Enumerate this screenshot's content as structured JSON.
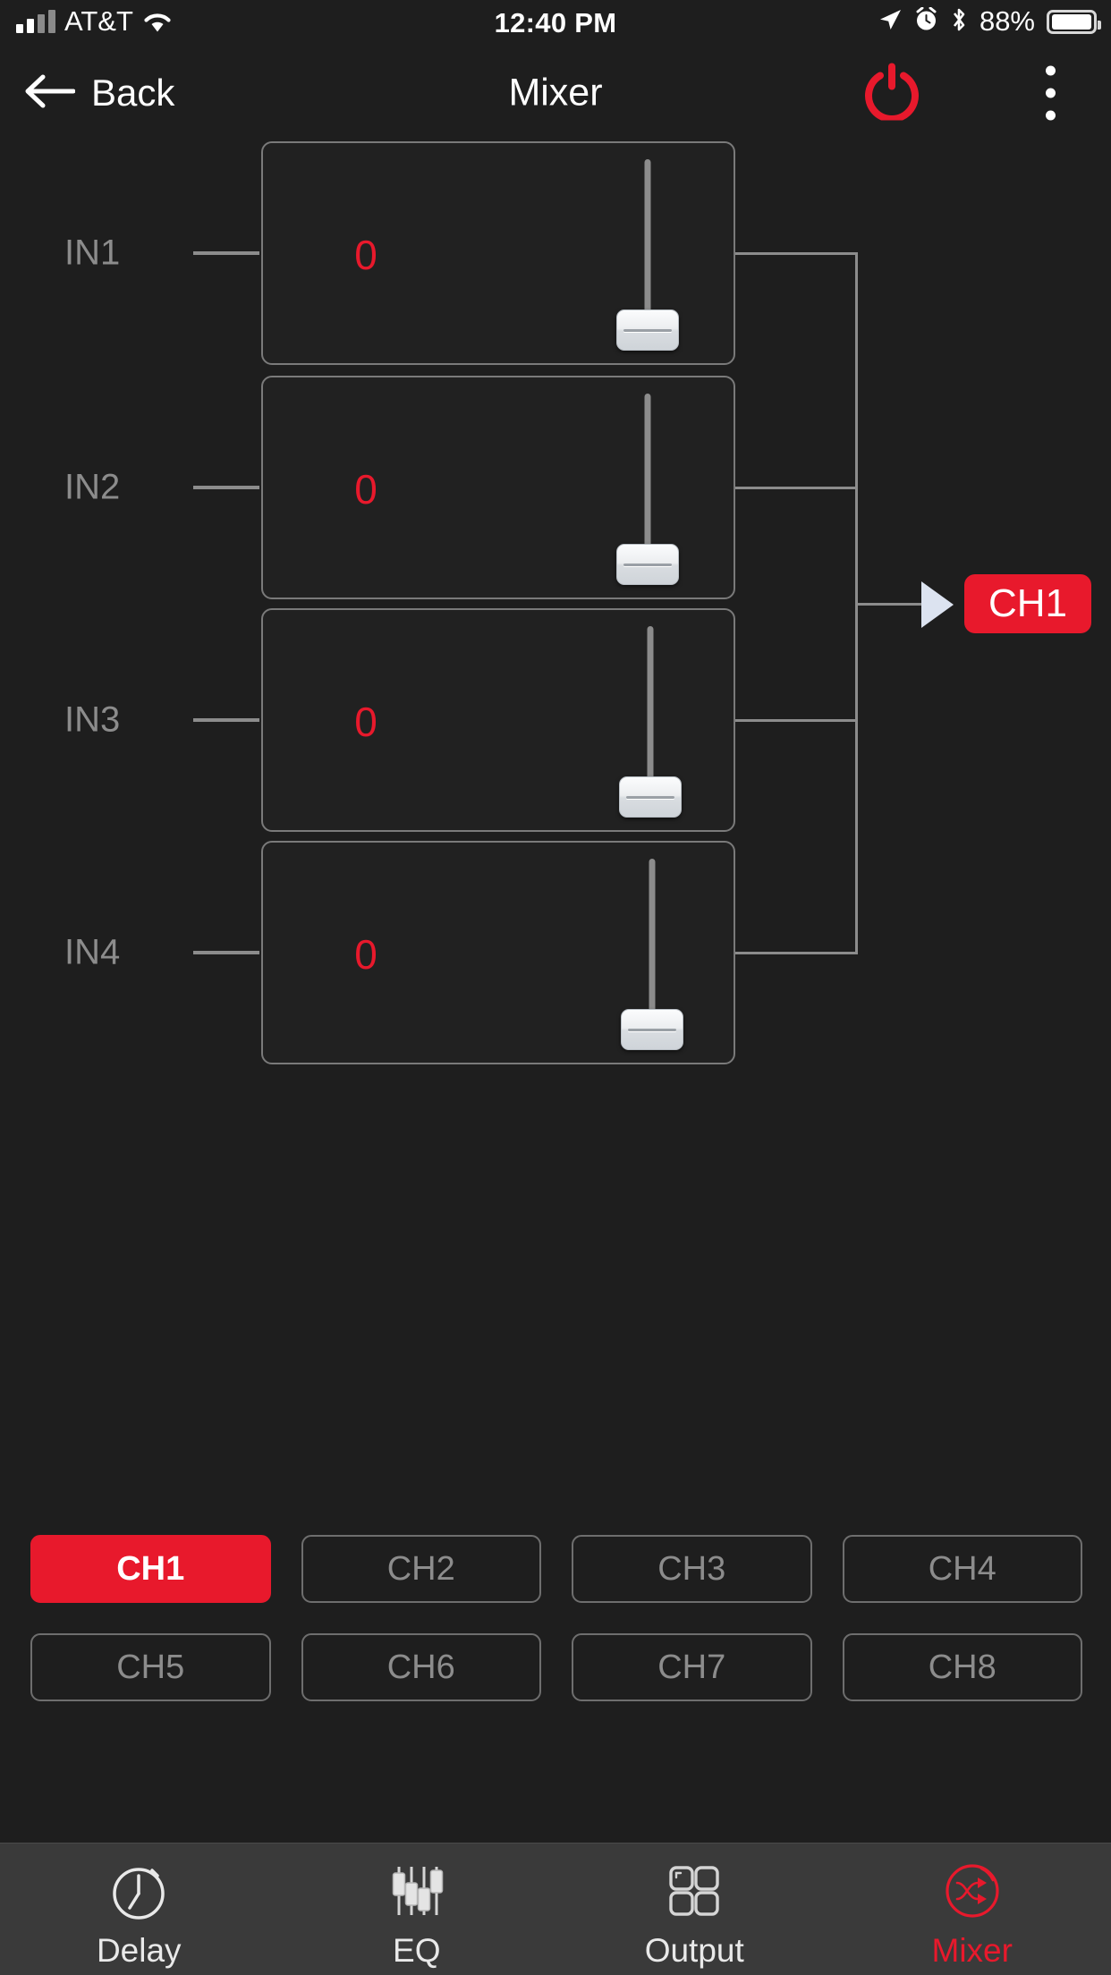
{
  "status_bar": {
    "carrier": "AT&T",
    "time": "12:40 PM",
    "battery_percent": "88%",
    "icons": [
      "signal-icon",
      "wifi-icon",
      "location-arrow-icon",
      "alarm-clock-icon",
      "bluetooth-icon",
      "battery-icon"
    ]
  },
  "header": {
    "back_label": "Back",
    "title": "Mixer",
    "power_icon": "power-icon",
    "menu_icon": "kebab-menu-icon",
    "accent_color": "#e8192c"
  },
  "mixer": {
    "inputs": [
      {
        "label": "IN1",
        "value": "0"
      },
      {
        "label": "IN2",
        "value": "0"
      },
      {
        "label": "IN3",
        "value": "0"
      },
      {
        "label": "IN4",
        "value": "0"
      }
    ],
    "output": {
      "label": "CH1"
    },
    "fader_min": 0,
    "fader_max": 100
  },
  "channel_selector": {
    "buttons": [
      {
        "label": "CH1",
        "active": true
      },
      {
        "label": "CH2",
        "active": false
      },
      {
        "label": "CH3",
        "active": false
      },
      {
        "label": "CH4",
        "active": false
      },
      {
        "label": "CH5",
        "active": false
      },
      {
        "label": "CH6",
        "active": false
      },
      {
        "label": "CH7",
        "active": false
      },
      {
        "label": "CH8",
        "active": false
      }
    ]
  },
  "tab_bar": {
    "tabs": [
      {
        "label": "Delay",
        "icon": "stopwatch-icon",
        "active": false
      },
      {
        "label": "EQ",
        "icon": "sliders-icon",
        "active": false
      },
      {
        "label": "Output",
        "icon": "grid-icon",
        "active": false
      },
      {
        "label": "Mixer",
        "icon": "crossover-icon",
        "active": true
      }
    ]
  }
}
